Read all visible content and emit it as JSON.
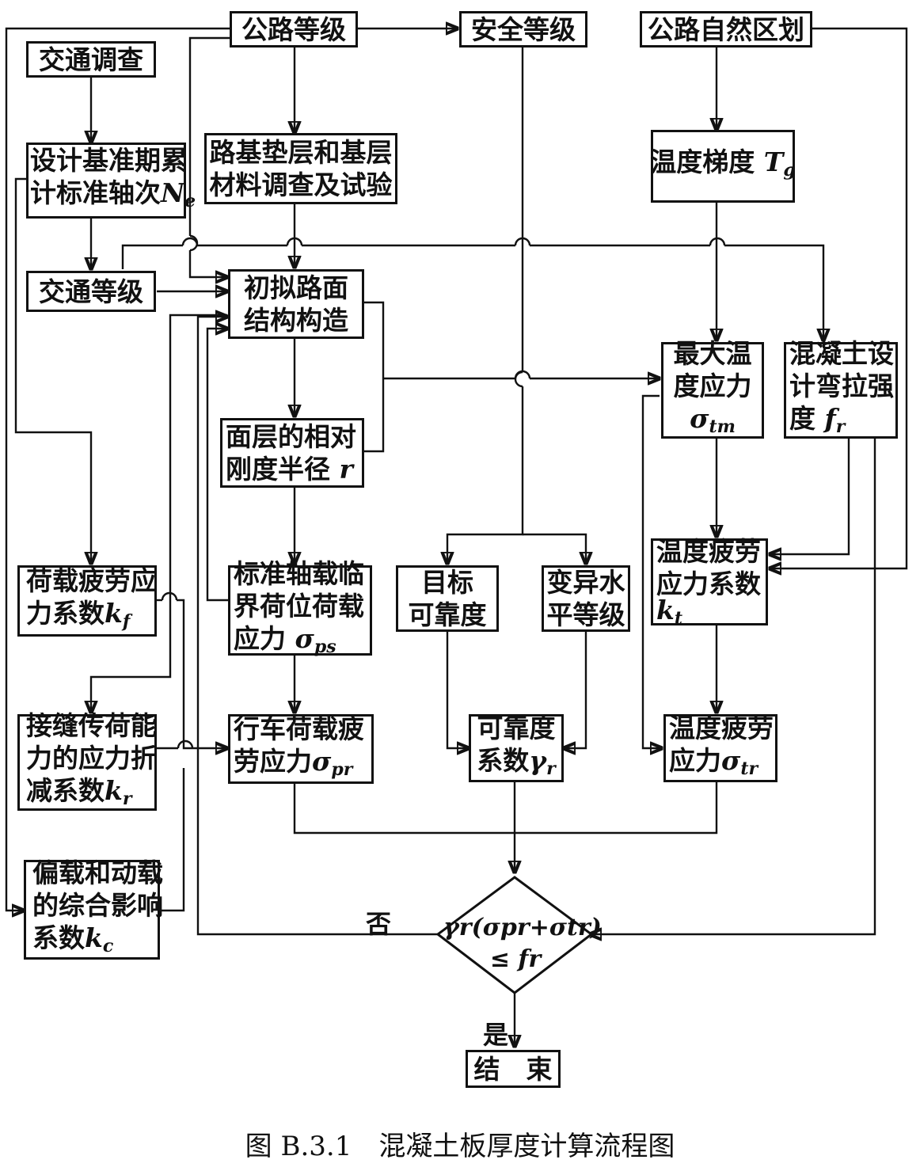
{
  "nodes": {
    "highway_grade": "公路等级",
    "safety_grade": "安全等级",
    "natural_zone": "公路自然区划",
    "traffic_survey": "交通调查",
    "design_axle_l1": "设计基准期累",
    "design_axle_l2": "计标准轴次",
    "design_axle_sym": "N",
    "design_axle_sub": "e",
    "subgrade_l1": "路基垫层和基层",
    "subgrade_l2": "材料调查及试验",
    "temp_gradient_text": "温度梯度",
    "temp_gradient_sym": "T",
    "temp_gradient_sub": "g",
    "traffic_grade": "交通等级",
    "initial_structure_l1": "初拟路面",
    "initial_structure_l2": "结构构造",
    "max_temp_stress_l1": "最大温",
    "max_temp_stress_l2": "度应力",
    "max_temp_stress_sym": "σ",
    "max_temp_stress_sub": "tm",
    "concrete_strength_l1": "混凝土设",
    "concrete_strength_l2": "计弯拉强",
    "concrete_strength_l3": "度",
    "concrete_strength_sym": "f",
    "concrete_strength_sub": "r",
    "stiffness_l1": "面层的相对",
    "stiffness_l2": "刚度半径",
    "stiffness_sym": "r",
    "load_fatigue_l1": "荷载疲劳应",
    "load_fatigue_l2": "力系数",
    "load_fatigue_sym": "k",
    "load_fatigue_sub": "f",
    "axle_load_stress_l1": "标准轴载临",
    "axle_load_stress_l2": "界荷位荷载",
    "axle_load_stress_l3": "应力",
    "axle_load_stress_sym": "σ",
    "axle_load_stress_sub": "ps",
    "target_reliability_l1": "目标",
    "target_reliability_l2": "可靠度",
    "variation_level_l1": "变异水",
    "variation_level_l2": "平等级",
    "temp_fatigue_coef_l1": "温度疲劳",
    "temp_fatigue_coef_l2": "应力系数",
    "temp_fatigue_coef_sym": "k",
    "temp_fatigue_coef_sub": "t",
    "joint_transfer_l1": "接缝传荷能",
    "joint_transfer_l2": "力的应力折",
    "joint_transfer_l3": "减系数",
    "joint_transfer_sym": "k",
    "joint_transfer_sub": "r",
    "traffic_fatigue_stress_l1": "行车荷载疲",
    "traffic_fatigue_stress_l2": "劳应力",
    "traffic_fatigue_stress_sym": "σ",
    "traffic_fatigue_stress_sub": "pr",
    "reliability_coef_l1": "可靠度",
    "reliability_coef_l2": "系数",
    "reliability_coef_sym": "γ",
    "reliability_coef_sub": "r",
    "temp_fatigue_stress_l1": "温度疲劳",
    "temp_fatigue_stress_l2": "应力",
    "temp_fatigue_stress_sym": "σ",
    "temp_fatigue_stress_sub": "tr",
    "combined_effect_l1": "偏载和动载",
    "combined_effect_l2": "的综合影响",
    "combined_effect_l3": "系数",
    "combined_effect_sym": "k",
    "combined_effect_sub": "c",
    "decision_l1": "γr(σpr+σtr)",
    "decision_l2": "≤ fr",
    "end": "结　束"
  },
  "labels": {
    "no": "否",
    "yes": "是"
  },
  "caption": "图 B.3.1　混凝土板厚度计算流程图"
}
